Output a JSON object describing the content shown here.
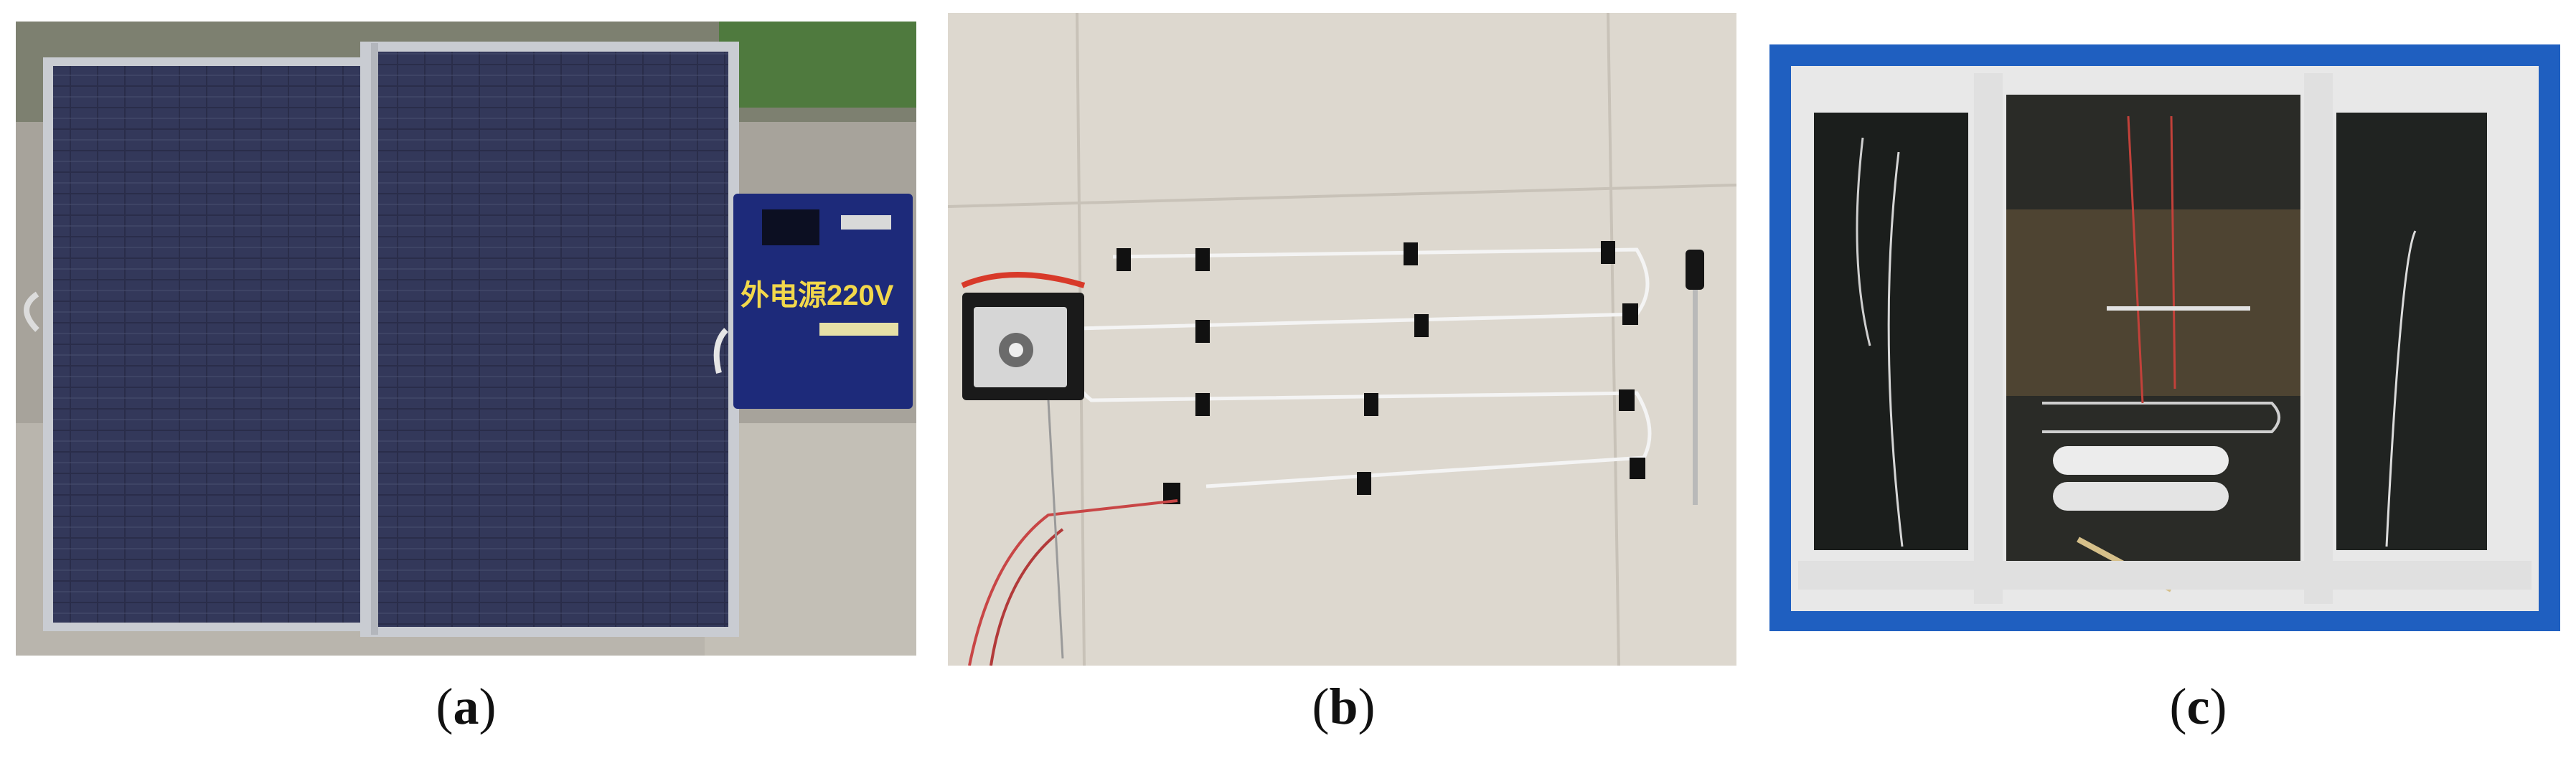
{
  "captions": {
    "a": {
      "open": "(",
      "letter": "a",
      "close": ")"
    },
    "b": {
      "open": "(",
      "letter": "b",
      "close": ")"
    },
    "c": {
      "open": "(",
      "letter": "c",
      "close": ")"
    }
  },
  "panel_a": {
    "box_text": "外电源220V"
  },
  "colors": {
    "solar_cell": "#2a2d4a",
    "solar_frame": "#c9ccd2",
    "tile_floor": "#ddd8cf",
    "window_frame_blue": "#1f5fc0",
    "window_white": "#e8e8e8"
  },
  "icons": [
    "solar-panel-icon",
    "controller-box-icon",
    "temperature-probe-icon"
  ]
}
